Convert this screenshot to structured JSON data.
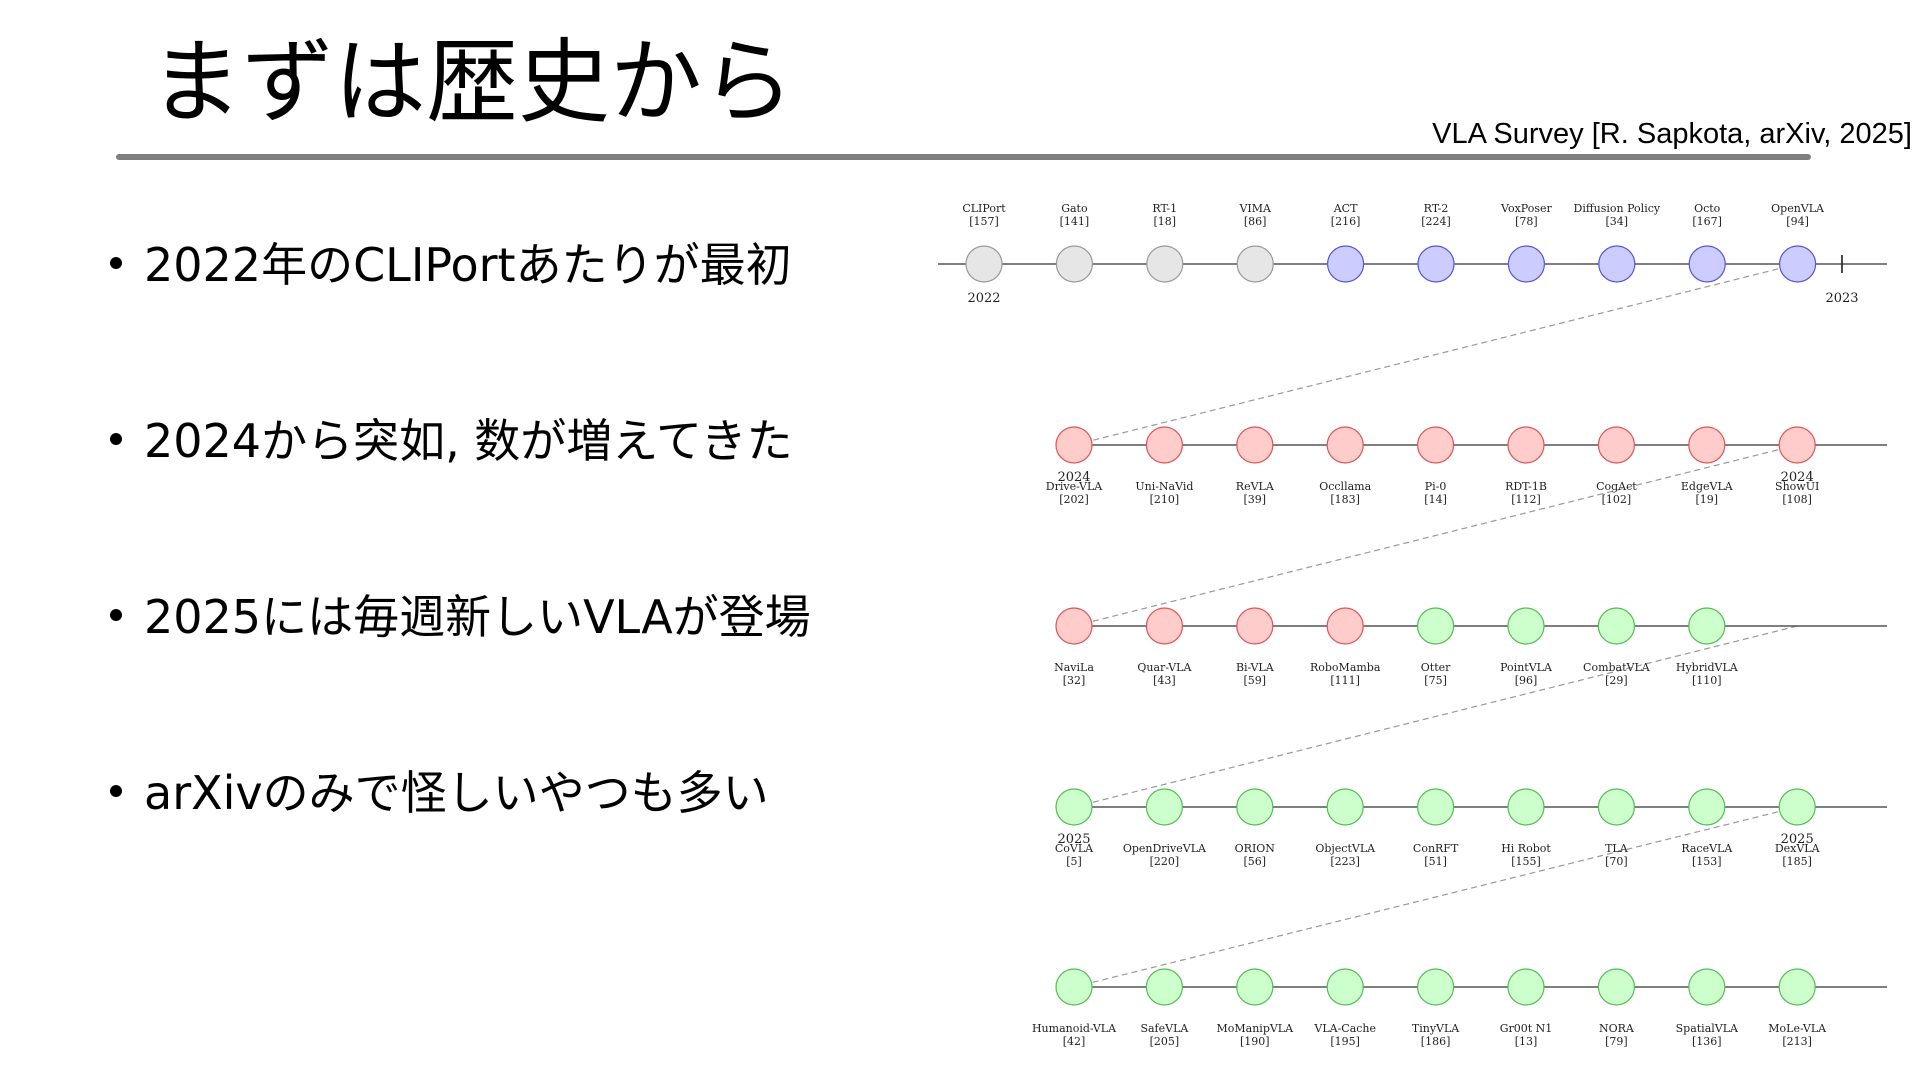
{
  "slide": {
    "title": "まずは歴史から",
    "citation": "VLA Survey [R. Sapkota, arXiv, 2025]"
  },
  "bullets": [
    "2022年のCLIPortあたりが最初",
    "2024から突如, 数が増えてきた",
    "2025には毎週新しいVLAが登場",
    "arXivのみで怪しいやつも多い"
  ],
  "colors": {
    "gray_fill": "#e6e6e6",
    "gray_stroke": "#999999",
    "blue_fill": "#ccccff",
    "blue_stroke": "#5555dd",
    "red_fill": "#ffcccc",
    "red_stroke": "#dd5555",
    "green_fill": "#ccffcc",
    "green_stroke": "#55bb55",
    "line": "#555555",
    "dashed": "#999999"
  },
  "timeline": {
    "rows": [
      {
        "label_position": "above",
        "year_marks": [
          {
            "text": "2022",
            "at": 0
          },
          {
            "text": "2023",
            "at": "end"
          }
        ],
        "nodes": [
          {
            "name": "CLIPort",
            "ref": "[157]",
            "color": "gray"
          },
          {
            "name": "Gato",
            "ref": "[141]",
            "color": "gray"
          },
          {
            "name": "RT-1",
            "ref": "[18]",
            "color": "gray"
          },
          {
            "name": "VIMA",
            "ref": "[86]",
            "color": "gray"
          },
          {
            "name": "ACT",
            "ref": "[216]",
            "color": "blue"
          },
          {
            "name": "RT-2",
            "ref": "[224]",
            "color": "blue"
          },
          {
            "name": "VoxPoser",
            "ref": "[78]",
            "color": "blue"
          },
          {
            "name": "Diffusion Policy",
            "ref": "[34]",
            "color": "blue"
          },
          {
            "name": "Octo",
            "ref": "[167]",
            "color": "blue"
          },
          {
            "name": "OpenVLA",
            "ref": "[94]",
            "color": "blue"
          }
        ]
      },
      {
        "label_position": "below",
        "year_marks": [
          {
            "text": "2024",
            "at": 0
          },
          {
            "text": "2024",
            "at": 8
          }
        ],
        "nodes": [
          {
            "name": "Drive-VLA",
            "ref": "[202]",
            "color": "red"
          },
          {
            "name": "Uni-NaVid",
            "ref": "[210]",
            "color": "red"
          },
          {
            "name": "ReVLA",
            "ref": "[39]",
            "color": "red"
          },
          {
            "name": "Occllama",
            "ref": "[183]",
            "color": "red"
          },
          {
            "name": "Pi-0",
            "ref": "[14]",
            "color": "red"
          },
          {
            "name": "RDT-1B",
            "ref": "[112]",
            "color": "red"
          },
          {
            "name": "CogAct",
            "ref": "[102]",
            "color": "red"
          },
          {
            "name": "EdgeVLA",
            "ref": "[19]",
            "color": "red"
          },
          {
            "name": "ShowUI",
            "ref": "[108]",
            "color": "red"
          }
        ]
      },
      {
        "label_position": "below",
        "year_marks": [],
        "nodes": [
          {
            "name": "NaviLa",
            "ref": "[32]",
            "color": "red"
          },
          {
            "name": "Quar-VLA",
            "ref": "[43]",
            "color": "red"
          },
          {
            "name": "Bi-VLA",
            "ref": "[59]",
            "color": "red"
          },
          {
            "name": "RoboMamba",
            "ref": "[111]",
            "color": "red"
          },
          {
            "name": "Otter",
            "ref": "[75]",
            "color": "green"
          },
          {
            "name": "PointVLA",
            "ref": "[96]",
            "color": "green"
          },
          {
            "name": "CombatVLA",
            "ref": "[29]",
            "color": "green"
          },
          {
            "name": "HybridVLA",
            "ref": "[110]",
            "color": "green"
          }
        ]
      },
      {
        "label_position": "below",
        "year_marks": [
          {
            "text": "2025",
            "at": 0
          },
          {
            "text": "2025",
            "at": 8
          }
        ],
        "nodes": [
          {
            "name": "CoVLA",
            "ref": "[5]",
            "color": "green"
          },
          {
            "name": "OpenDriveVLA",
            "ref": "[220]",
            "color": "green"
          },
          {
            "name": "ORION",
            "ref": "[56]",
            "color": "green"
          },
          {
            "name": "ObjectVLA",
            "ref": "[223]",
            "color": "green"
          },
          {
            "name": "ConRFT",
            "ref": "[51]",
            "color": "green"
          },
          {
            "name": "Hi Robot",
            "ref": "[155]",
            "color": "green"
          },
          {
            "name": "TLA",
            "ref": "[70]",
            "color": "green"
          },
          {
            "name": "RaceVLA",
            "ref": "[153]",
            "color": "green"
          },
          {
            "name": "DexVLA",
            "ref": "[185]",
            "color": "green"
          }
        ]
      },
      {
        "label_position": "below",
        "year_marks": [],
        "nodes": [
          {
            "name": "Humanoid-VLA",
            "ref": "[42]",
            "color": "green"
          },
          {
            "name": "SafeVLA",
            "ref": "[205]",
            "color": "green"
          },
          {
            "name": "MoManipVLA",
            "ref": "[190]",
            "color": "green"
          },
          {
            "name": "VLA-Cache",
            "ref": "[195]",
            "color": "green"
          },
          {
            "name": "TinyVLA",
            "ref": "[186]",
            "color": "green"
          },
          {
            "name": "Gr00t N1",
            "ref": "[13]",
            "color": "green"
          },
          {
            "name": "NORA",
            "ref": "[79]",
            "color": "green"
          },
          {
            "name": "SpatialVLA",
            "ref": "[136]",
            "color": "green"
          },
          {
            "name": "MoLe-VLA",
            "ref": "[213]",
            "color": "green"
          }
        ]
      }
    ]
  }
}
